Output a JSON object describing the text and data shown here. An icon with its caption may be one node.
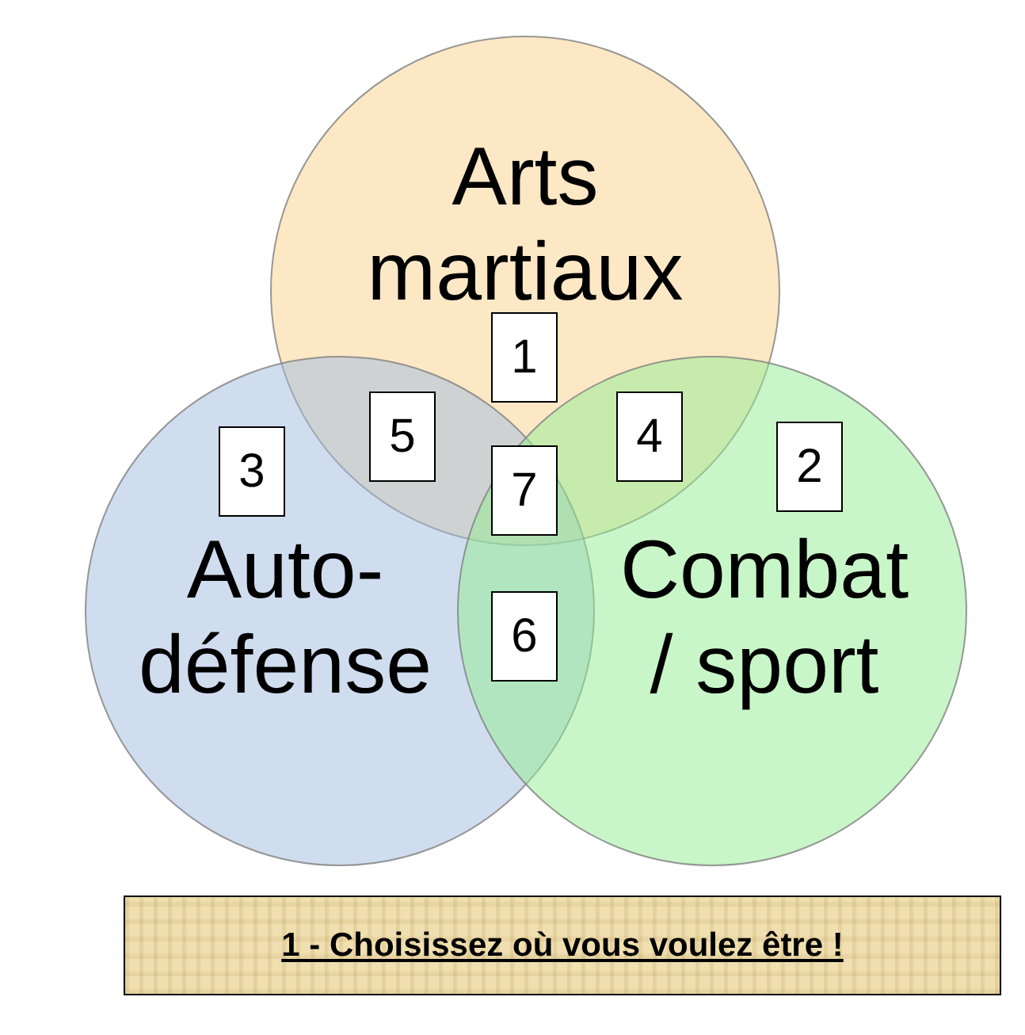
{
  "diagram": {
    "nodes": [
      {
        "text": [
          "Arts martiaux"
        ]
      },
      {
        "text": [
          "1"
        ],
        "in": 0
      },
      {
        "text": [
          "Auto-défense"
        ]
      },
      {
        "text": [
          "3"
        ],
        "in": 2
      },
      {
        "text": [
          "5"
        ]
      },
      {
        "text": [
          "7"
        ]
      },
      {
        "text": [
          "4"
        ]
      },
      {
        "text": [
          "Combat / sport"
        ]
      },
      {
        "text": [
          "2"
        ],
        "in": 7
      },
      {
        "text": [
          "6"
        ]
      },
      {
        "text": [
          "1 - Choisissez où vous voulez être !"
        ]
      }
    ]
  }
}
